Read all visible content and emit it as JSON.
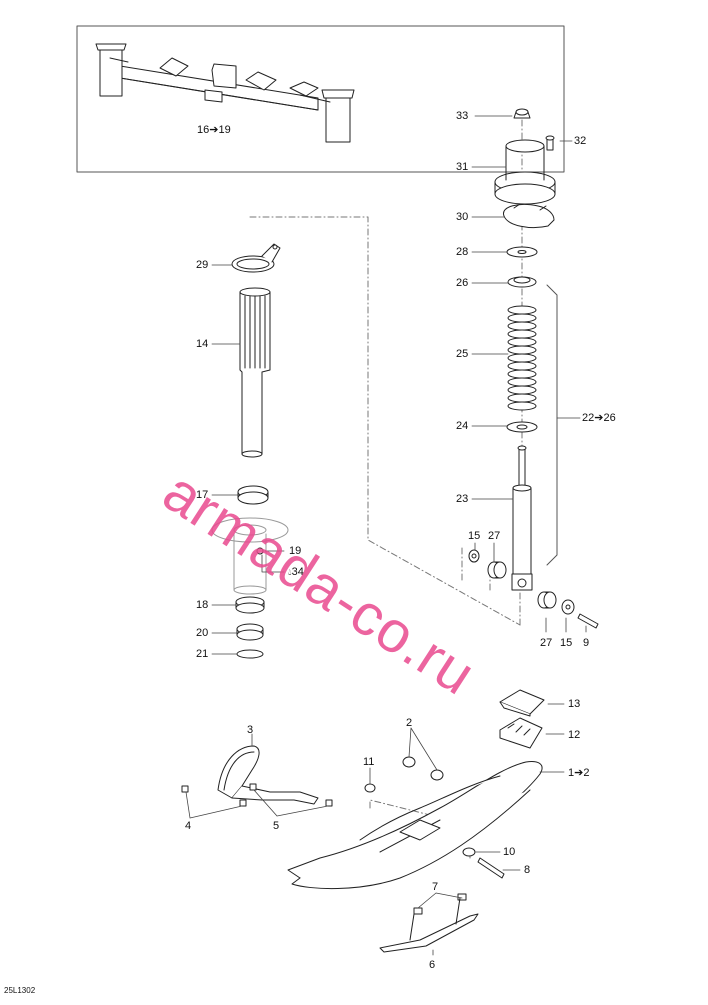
{
  "labels": {
    "l16": "16➔19",
    "l33": "33",
    "l32": "32",
    "l31": "31",
    "l30": "30",
    "l28": "28",
    "l26": "26",
    "l25": "25",
    "l24": "24",
    "l23": "23",
    "l2226": "22➔26",
    "l29": "29",
    "l14": "14",
    "l17": "17",
    "l19": "19",
    "l34": "34",
    "l18": "18",
    "l20": "20",
    "l21": "21",
    "l15a": "15",
    "l27a": "27",
    "l27b": "27",
    "l15b": "15",
    "l9": "9",
    "l13": "13",
    "l12": "12",
    "l3": "3",
    "l2": "2",
    "l11": "11",
    "l12b": "1➔2",
    "l4": "4",
    "l5": "5",
    "l10": "10",
    "l8": "8",
    "l7": "7",
    "l6": "6"
  },
  "drop_icon": "oil-drop-icon",
  "watermark": "armada-co.ru",
  "drawing_code": "25L1302",
  "colors": {
    "line": "#222222",
    "watermark": "#e94a8f"
  }
}
